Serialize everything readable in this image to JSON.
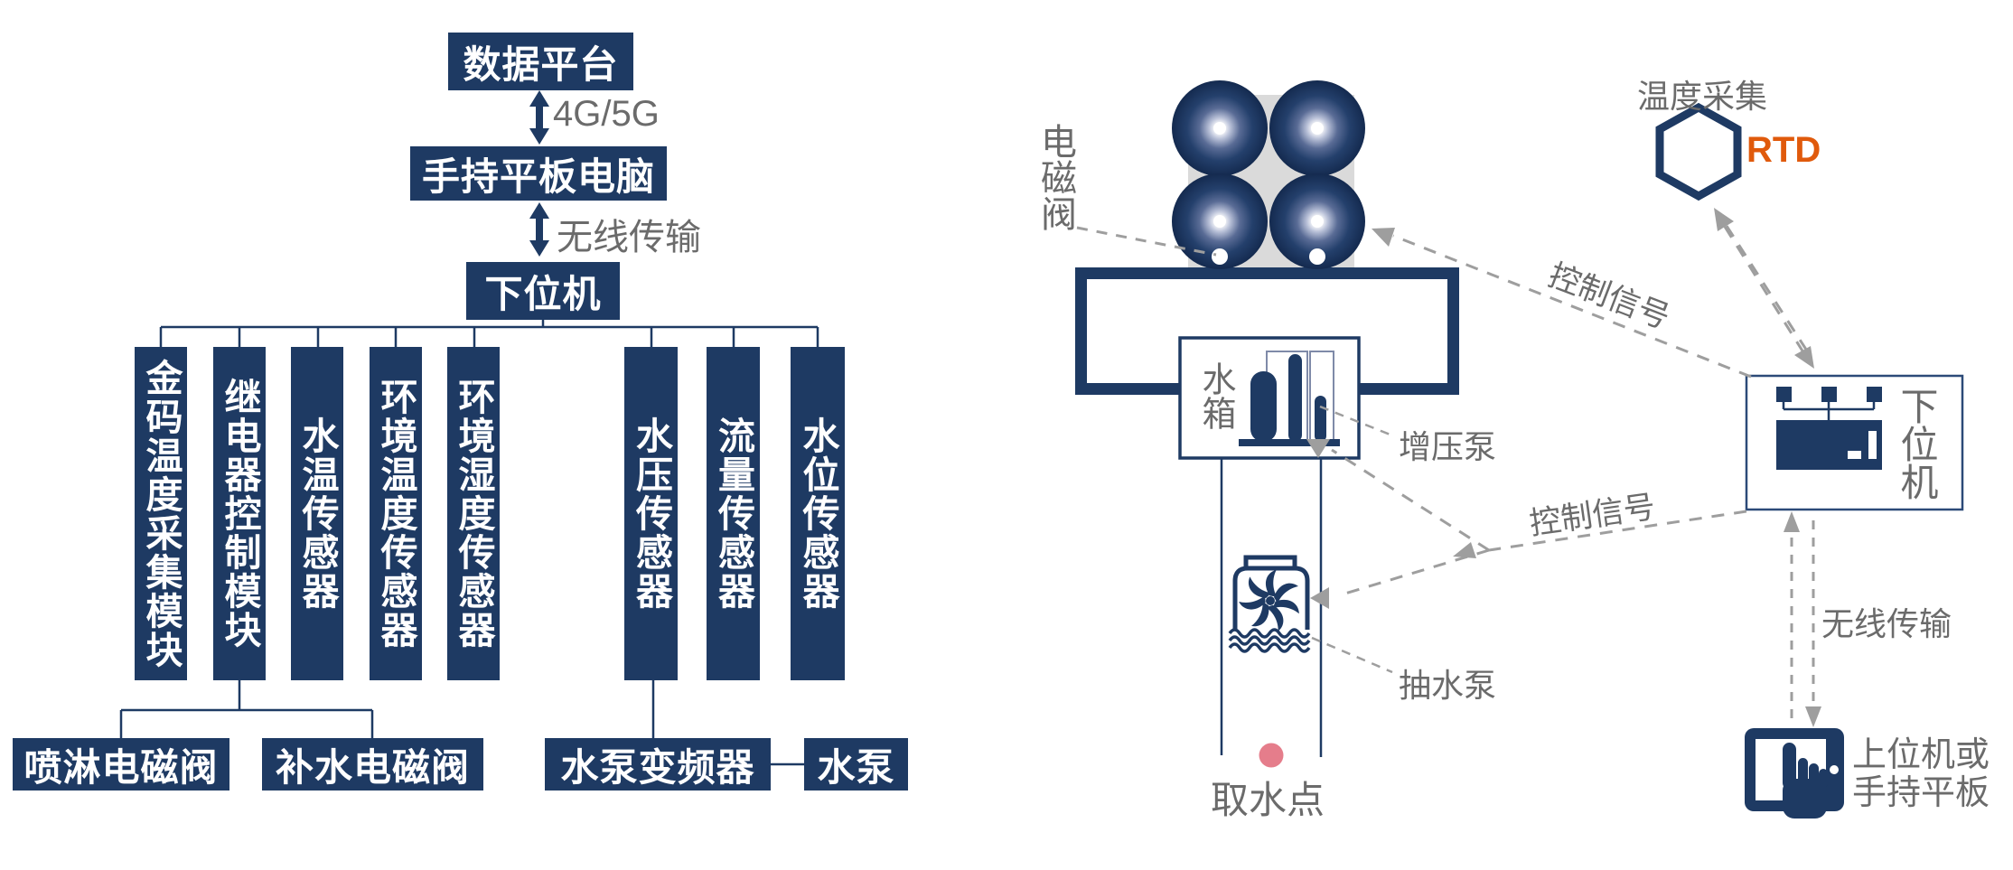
{
  "colors": {
    "navy": "#1E3A63",
    "gray_text": "#6b6b6b",
    "dash_gray": "#9e9e9e",
    "light_gray_square": "#dadada",
    "rtd_orange": "#E05A0C",
    "intake_pink": "#e57d8b"
  },
  "left": {
    "platform_label": "数据平台",
    "link1_label": "4G/5G",
    "tablet_label": "手持平板电脑",
    "link2_label": "无线传输",
    "lower_label": "下位机",
    "columns": [
      {
        "label": "金码温度采集模块"
      },
      {
        "label": "继电器控制模块"
      },
      {
        "label": "水温传感器"
      },
      {
        "label": "环境温度传感器"
      },
      {
        "label": "环境湿度传感器"
      },
      {
        "label": "水压传感器"
      },
      {
        "label": "流量传感器"
      },
      {
        "label": "水位传感器"
      }
    ],
    "bottom": [
      {
        "label": "喷淋电磁阀"
      },
      {
        "label": "补水电磁阀"
      },
      {
        "label": "水泵变频器"
      },
      {
        "label": "水泵"
      }
    ]
  },
  "right": {
    "solenoid_label": "电磁阀",
    "tank_label": "水箱",
    "booster_label": "增压泵",
    "suction_label": "抽水泵",
    "intake_label": "取水点",
    "temp_collect_label": "温度采集",
    "rtd_label": "RTD",
    "control_signal_top": "控制信号",
    "control_signal_bottom": "控制信号",
    "lower_machine_label": "下位机",
    "wireless_label": "无线传输",
    "host_label_line1": "上位机或",
    "host_label_line2": "手持平板"
  },
  "icons": {
    "solenoid-valve-icon": "four navy spheres with glowing centers",
    "pipe-loop": "thick navy rectangle loop",
    "water-tank-icon": "rounded bars on base",
    "booster-pump-arrow": "gray down arrow",
    "suction-pump-icon": "container with impeller over waves",
    "intake-point-dot": "pink circle",
    "rtd-hexagon-icon": "navy hexagon outline",
    "plc-icon": "controller block with three inputs",
    "tablet-touch-icon": "tablet with touching hand"
  }
}
